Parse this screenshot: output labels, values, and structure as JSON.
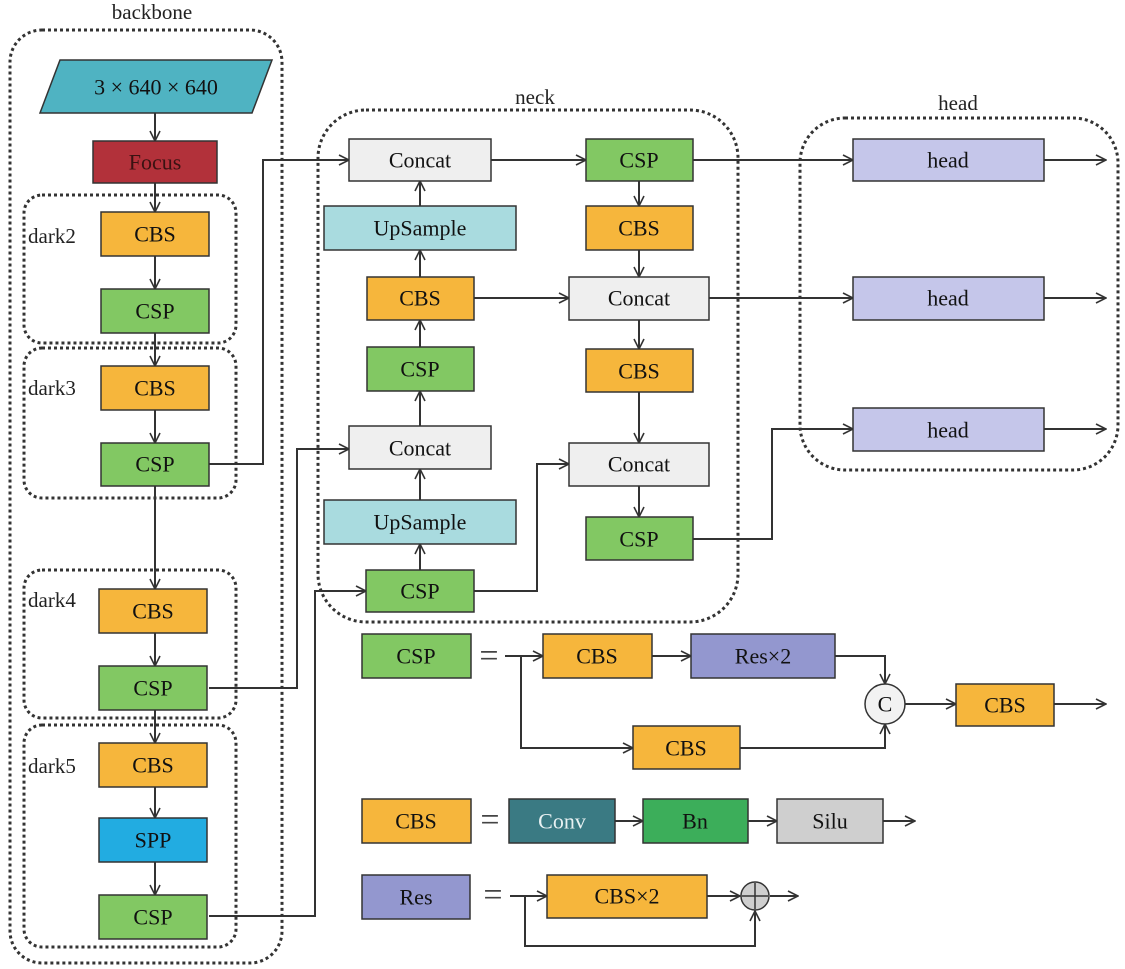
{
  "labels": {
    "backbone": "backbone",
    "neck": "neck",
    "head": "head"
  },
  "backbone": {
    "input": "3 × 640 × 640",
    "focus": "Focus",
    "dark2": {
      "label": "dark2",
      "cbs": "CBS",
      "csp": "CSP"
    },
    "dark3": {
      "label": "dark3",
      "cbs": "CBS",
      "csp": "CSP"
    },
    "dark4": {
      "label": "dark4",
      "cbs": "CBS",
      "csp": "CSP"
    },
    "dark5": {
      "label": "dark5",
      "cbs": "CBS",
      "spp": "SPP",
      "csp": "CSP"
    }
  },
  "neck": {
    "concat_top": "Concat",
    "upsample_top": "UpSample",
    "cbs_mid": "CBS",
    "csp_mid": "CSP",
    "concat_low": "Concat",
    "upsample_low": "UpSample",
    "csp_bottom": "CSP",
    "csp_top_right": "CSP",
    "cbs_right_1": "CBS",
    "concat_right_1": "Concat",
    "cbs_right_2": "CBS",
    "concat_right_2": "Concat",
    "csp_right_bottom": "CSP"
  },
  "heads": [
    "head",
    "head",
    "head"
  ],
  "legend": {
    "equals": "=",
    "csp": {
      "name": "CSP",
      "cbs1": "CBS",
      "res": "Res×2",
      "cbs2": "CBS",
      "concat": "C",
      "out": "CBS"
    },
    "cbs": {
      "name": "CBS",
      "conv": "Conv",
      "bn": "Bn",
      "silu": "Silu"
    },
    "res": {
      "name": "Res",
      "cbs": "CBS×2",
      "add": "+"
    }
  },
  "colors": {
    "input": "#4fb3c2",
    "focus": "#b2313a",
    "cbs": "#f6b63c",
    "csp": "#82c863",
    "spp": "#22ace1",
    "concat": "#efefef",
    "upsample": "#a9dbdf",
    "head": "#c5c6ea",
    "res": "#9397cf",
    "conv": "#3a7a83",
    "bn": "#3cae5a",
    "silu": "#cfcfcf"
  }
}
